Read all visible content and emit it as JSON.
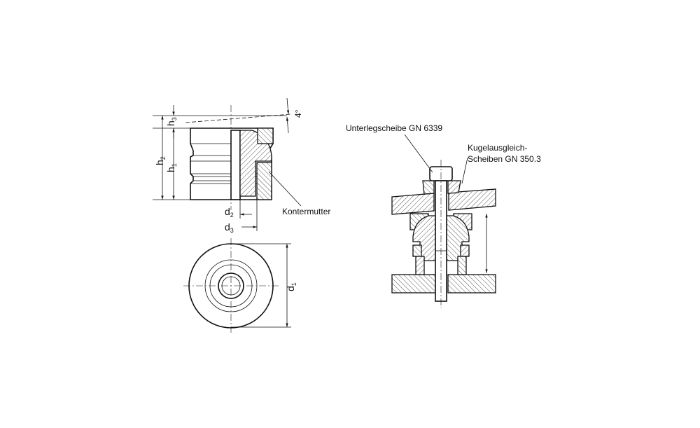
{
  "side_view": {
    "labels": {
      "h1": "h",
      "h1_sub": "1",
      "h2": "h",
      "h2_sub": "2",
      "h3": "h",
      "h3_sub": "3",
      "d2": "d",
      "d2_sub": "2",
      "d3": "d",
      "d3_sub": "3",
      "angle": "4°"
    },
    "callout": "Kontermutter"
  },
  "top_view": {
    "labels": {
      "d1": "d",
      "d1_sub": "1"
    }
  },
  "assembly_view": {
    "callouts": {
      "washer": "Unterlegscheibe GN 6339",
      "spherical_line1": "Kugelausgleich-",
      "spherical_line2": "Scheiben GN 350.3"
    }
  }
}
